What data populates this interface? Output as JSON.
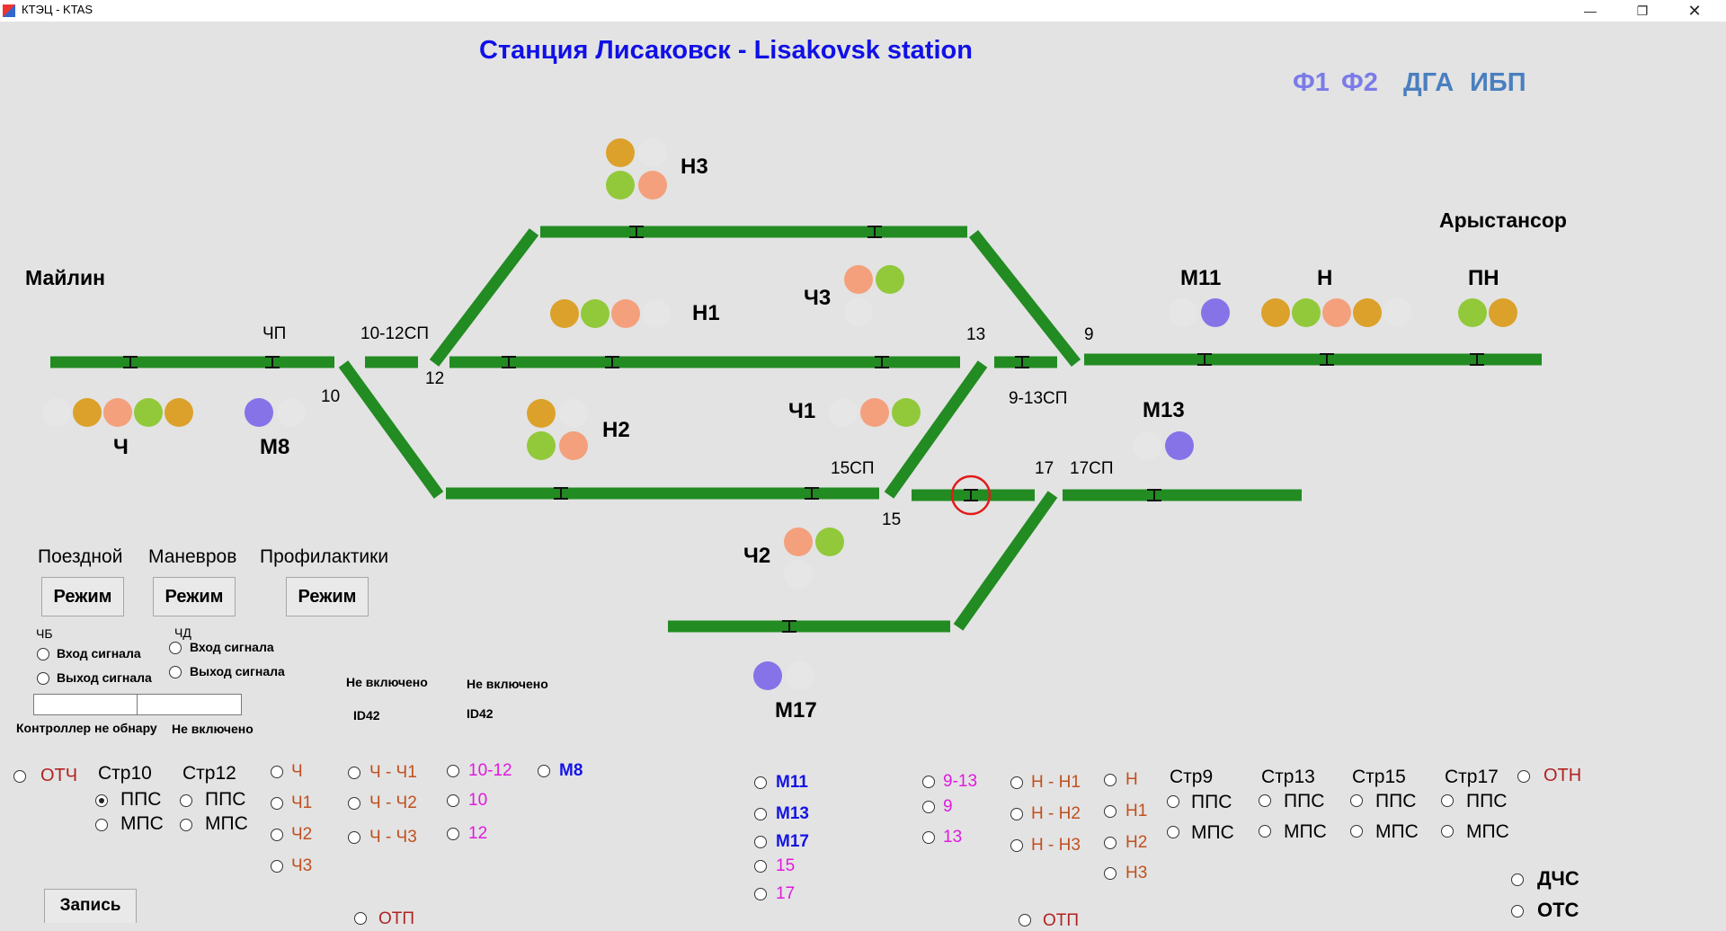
{
  "window": {
    "title": "КТЭЦ - KTAS",
    "minimize": "—",
    "restore": "❐",
    "close": "✕"
  },
  "header": {
    "station_title": "Станция Лисаковск - Lisakovsk station",
    "f1": "Ф1",
    "f2": "Ф2",
    "dga": "ДГА",
    "ibp": "ИБП"
  },
  "stations": {
    "left": "Майлин",
    "right": "Арыстансор"
  },
  "signals": {
    "N3": {
      "label": "Н3",
      "lamps": [
        "#dba12a",
        "#e6e6e6",
        "#92c93a",
        "#f4a07d"
      ]
    },
    "N1": {
      "label": "Н1",
      "lamps": [
        "#dba12a",
        "#92c93a",
        "#f4a07d",
        "#e6e6e6"
      ]
    },
    "Ch3": {
      "label": "Ч3",
      "lamps": [
        "#f4a07d",
        "#92c93a",
        "#e6e6e6"
      ]
    },
    "M11": {
      "label": "М11",
      "lamps": [
        "#e6e6e6",
        "#8673e8"
      ]
    },
    "N": {
      "label": "Н",
      "lamps": [
        "#dba12a",
        "#92c93a",
        "#f4a07d",
        "#dba12a",
        "#e6e6e6"
      ]
    },
    "PN": {
      "label": "ПН",
      "lamps": [
        "#92c93a",
        "#dba12a"
      ]
    },
    "Ch": {
      "label": "Ч",
      "lamps": [
        "#e6e6e6",
        "#dba12a",
        "#f4a07d",
        "#92c93a",
        "#dba12a"
      ]
    },
    "M8": {
      "label": "М8",
      "lamps": [
        "#8673e8",
        "#e6e6e6"
      ]
    },
    "N2": {
      "label": "Н2",
      "lamps": [
        "#dba12a",
        "#e6e6e6",
        "#92c93a",
        "#f4a07d"
      ]
    },
    "Ch1": {
      "label": "Ч1",
      "lamps": [
        "#e6e6e6",
        "#f4a07d",
        "#92c93a"
      ]
    },
    "M13": {
      "label": "М13",
      "lamps": [
        "#e6e6e6",
        "#8673e8"
      ]
    },
    "Ch2": {
      "label": "Ч2",
      "lamps": [
        "#f4a07d",
        "#92c93a",
        "#e6e6e6"
      ]
    },
    "M17": {
      "label": "М17",
      "lamps": [
        "#8673e8",
        "#e6e6e6"
      ]
    }
  },
  "track_labels": {
    "ChP": "ЧП",
    "s10_12": "10-12СП",
    "n10": "10",
    "n12": "12",
    "n13": "13",
    "n9": "9",
    "s9_13": "9-13СП",
    "s15": "15СП",
    "n15": "15",
    "n17": "17",
    "s17": "17СП"
  },
  "colors": {
    "track": "#228b22",
    "title": "#1010e6",
    "f": "#7b7be8",
    "dga": "#4a7fbf",
    "orange_text": "#c0501f",
    "magenta": "#e01ae0",
    "blue": "#1414e6",
    "red_text": "#b22222"
  },
  "modes": {
    "poezdnoy": "Поездной",
    "manevrov": "Маневров",
    "profilaktiki": "Профилактики",
    "button": "Режим"
  },
  "ports": {
    "chb": "ЧБ",
    "chd": "ЧД",
    "input": "Вход сигнала",
    "output": "Выход сигнала",
    "controller": "Контроллер не обнару",
    "not_enabled": "Не включено",
    "ne_vkl_1": "Не включено",
    "ne_vkl_2": "Не включено",
    "id1": "ID42",
    "id2": "ID42"
  },
  "controls": {
    "otch": "ОТЧ",
    "str10": "Стр10",
    "str12": "Стр12",
    "pps": "ППС",
    "mps": "МПС",
    "col_ch": [
      "Ч",
      "Ч1",
      "Ч2",
      "Ч3"
    ],
    "col_routes": [
      "Ч - Ч1",
      "Ч - Ч2",
      "Ч - Ч3"
    ],
    "col_sw": [
      "10-12",
      "10",
      "12"
    ],
    "m8": "М8",
    "col_m": [
      "М11",
      "М13",
      "М17",
      "15",
      "17"
    ],
    "col_9": [
      "9-13",
      "9",
      "13"
    ],
    "col_nroutes": [
      "Н - Н1",
      "Н - Н2",
      "Н - Н3"
    ],
    "col_n": [
      "Н",
      "Н1",
      "Н2",
      "Н3"
    ],
    "str9": "Стр9",
    "str13": "Стр13",
    "str15": "Стр15",
    "str17": "Стр17",
    "otn": "ОТН",
    "dchs": "ДЧС",
    "ots": "ОТС",
    "otp": "ОТП",
    "otp2": "ОТП",
    "zapis": "Запись"
  }
}
